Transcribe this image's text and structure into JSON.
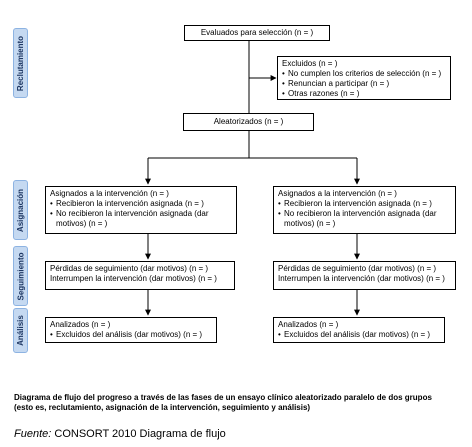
{
  "phases": {
    "recruitment": "Reclutamiento",
    "allocation": "Asignación",
    "followup": "Seguimiento",
    "analysis": "Análisis"
  },
  "enrollment": {
    "assessed": "Evaluados para selección (n = )",
    "excluded_title": "Excluidos (n = )",
    "excluded_items": [
      "No cumplen los criterios de selección (n = )",
      "Renuncian a participar (n = )",
      "Otras razones (n = )"
    ],
    "randomized": "Aleatorizados (n = )"
  },
  "arms": [
    {
      "allocated_title": "Asignados a la intervención (n = )",
      "allocated_items": [
        "Recibieron la intervención asignada (n = )",
        "No recibieron la intervención asignada (dar motivos) (n = )"
      ],
      "followup_lines": [
        "Pérdidas de seguimiento (dar motivos) (n = )",
        "Interrumpen la intervención (dar motivos) (n = )"
      ],
      "analysis_title": "Analizados  (n = )",
      "analysis_items": [
        "Excluidos del análisis (dar motivos) (n = )"
      ]
    },
    {
      "allocated_title": "Asignados a la intervención (n = )",
      "allocated_items": [
        "Recibieron la intervención asignada (n = )",
        "No recibieron la intervención asignada (dar motivos) (n = )"
      ],
      "followup_lines": [
        "Pérdidas de seguimiento (dar motivos) (n = )",
        "Interrumpen la intervención (dar motivos) (n = )"
      ],
      "analysis_title": "Analizados  (n = )",
      "analysis_items": [
        "Excluidos del análisis (dar motivos) (n = )"
      ]
    }
  ],
  "caption": {
    "line1": "Diagrama de flujo del progreso a través de las fases de un ensayo clínico aleatorizado paralelo de dos grupos",
    "line2": "(esto es, reclutamiento, asignación de la intervención, seguimiento y análisis)"
  },
  "source": {
    "label": "Fuente:",
    "text": " CONSORT  2010 Diagrama de flujo"
  },
  "colors": {
    "phase_fill": "#c5d9f1",
    "phase_border": "#8db3e2",
    "phase_text": "#1f3864"
  }
}
